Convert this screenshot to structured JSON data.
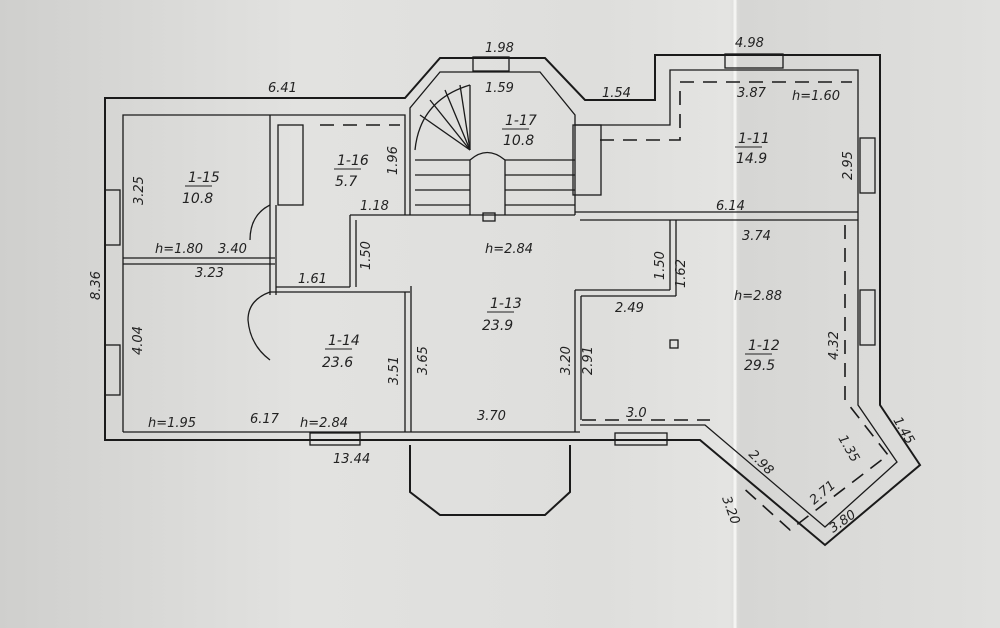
{
  "rooms": [
    {
      "id": "1-11",
      "area": "14.9"
    },
    {
      "id": "1-12",
      "area": "29.5"
    },
    {
      "id": "1-13",
      "area": "23.9"
    },
    {
      "id": "1-14",
      "area": "23.6"
    },
    {
      "id": "1-15",
      "area": "10.8"
    },
    {
      "id": "1-16",
      "area": "5.7"
    },
    {
      "id": "1-17",
      "area": "10.8"
    }
  ],
  "heights": [
    "h=1.60",
    "h=2.84",
    "h=2.88",
    "h=1.80",
    "h=1.95",
    "h=2.84"
  ],
  "dimensions": [
    "6.41",
    "1.98",
    "1.54",
    "4.98",
    "1.59",
    "3.87",
    "8.36",
    "3.25",
    "1.96",
    "1.18",
    "3.40",
    "3.23",
    "1.61",
    "1.50",
    "4.04",
    "3.51",
    "3.65",
    "6.17",
    "3.70",
    "13.44",
    "2.95",
    "6.14",
    "3.74",
    "1.50",
    "1.62",
    "2.49",
    "3.20",
    "2.91",
    "4.32",
    "3.0",
    "1.35",
    "1.45",
    "2.98",
    "2.71",
    "3.20",
    "3.80"
  ]
}
